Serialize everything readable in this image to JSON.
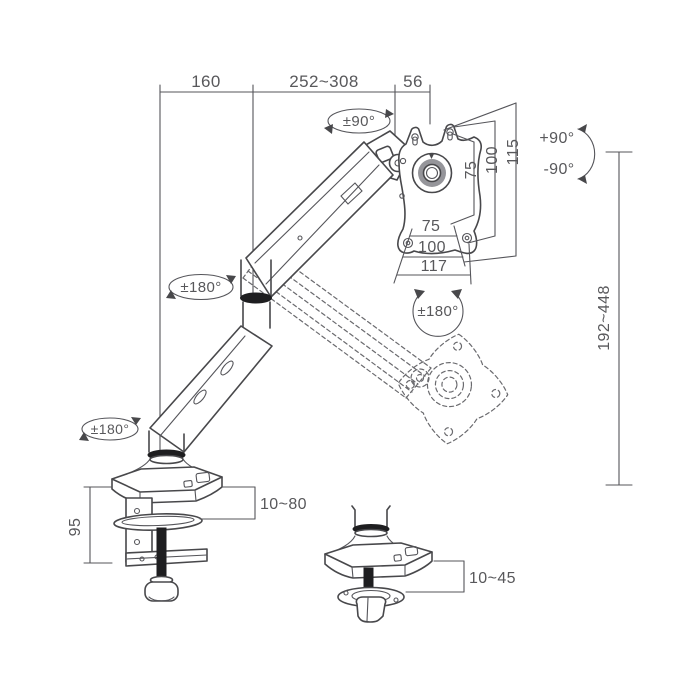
{
  "colors": {
    "background": "#ffffff",
    "line": "#48484b",
    "text": "#58585b",
    "dark_fill": "#1e1e20",
    "boss_shade": "#95959a"
  },
  "dimensions": {
    "top": {
      "rear_offset": "160",
      "arm_reach": "252~308",
      "head_offset": "56"
    },
    "vesa_vertical": {
      "inner": "75",
      "middle": "100",
      "outer": "115"
    },
    "vesa_horizontal": {
      "inner": "75",
      "middle": "100",
      "outer": "117"
    },
    "height_range": "192~448",
    "clamp_body_height": "95",
    "clamp_desk_thickness": "10~80",
    "grommet_desk_thickness": "10~45"
  },
  "rotations": {
    "head_swivel": "±90°",
    "tilt_up": "+90°",
    "tilt_down": "-90°",
    "vesa_rotation": "±180°",
    "elbow_swivel": "±180°",
    "base_swivel": "±180°"
  }
}
